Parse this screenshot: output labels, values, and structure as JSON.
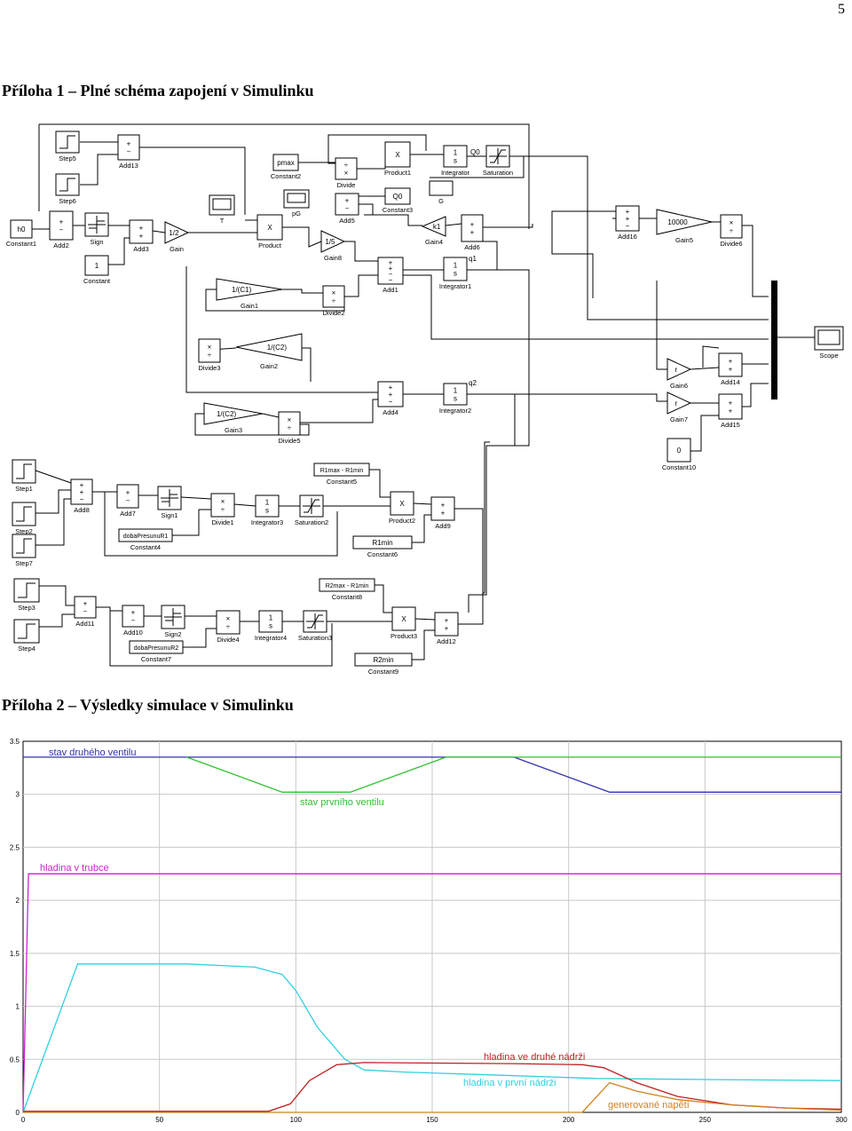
{
  "page_number": "5",
  "appendix1_title": "Příloha 1 – Plné schéma zapojení v Simulinku",
  "appendix2_title": "Příloha 2 – Výsledky simulace v Simulinku",
  "blocks": [
    {
      "id": "step5",
      "name": "Step5",
      "kind": "step"
    },
    {
      "id": "step6",
      "name": "Step6",
      "kind": "step"
    },
    {
      "id": "add13",
      "name": "Add13",
      "kind": "sum",
      "text": "+\n−"
    },
    {
      "id": "constant2",
      "name": "Constant2",
      "kind": "const",
      "text": "pmax"
    },
    {
      "id": "divide",
      "name": "Divide",
      "kind": "div",
      "text": "÷\n×"
    },
    {
      "id": "product1",
      "name": "Product1",
      "kind": "prod",
      "text": "X"
    },
    {
      "id": "integrator",
      "name": "Integrator",
      "kind": "int",
      "text": "1\ns"
    },
    {
      "id": "saturation",
      "name": "Saturation",
      "kind": "sat"
    },
    {
      "id": "g",
      "name": "G",
      "kind": "const",
      "text": ""
    },
    {
      "id": "constant3",
      "name": "Constant3",
      "kind": "const",
      "text": "Q0"
    },
    {
      "id": "add5",
      "name": "Add5",
      "kind": "sum",
      "text": "+\n−"
    },
    {
      "id": "t",
      "name": "T",
      "kind": "scope"
    },
    {
      "id": "pg",
      "name": "pG",
      "kind": "scope"
    },
    {
      "id": "constant1",
      "name": "Constant1",
      "kind": "const",
      "text": "h0"
    },
    {
      "id": "add2",
      "name": "Add2",
      "kind": "sum",
      "text": "+\n−"
    },
    {
      "id": "sign",
      "name": "Sign",
      "kind": "sign"
    },
    {
      "id": "add3",
      "name": "Add3",
      "kind": "sum",
      "text": "+\n+"
    },
    {
      "id": "gain",
      "name": "Gain",
      "kind": "gain",
      "text": "1/2"
    },
    {
      "id": "product",
      "name": "Product",
      "kind": "prod",
      "text": "X"
    },
    {
      "id": "gain8",
      "name": "Gain8",
      "kind": "gain",
      "text": "1/5"
    },
    {
      "id": "gain4",
      "name": "Gain4",
      "kind": "gainL",
      "text": "k1"
    },
    {
      "id": "add6",
      "name": "Add6",
      "kind": "sum",
      "text": "+\n+"
    },
    {
      "id": "add16",
      "name": "Add16",
      "kind": "sum",
      "text": "+\n+\n−"
    },
    {
      "id": "gain5",
      "name": "Gain5",
      "kind": "gain",
      "text": "10000"
    },
    {
      "id": "divide6",
      "name": "Divide6",
      "kind": "div",
      "text": "×\n÷"
    },
    {
      "id": "constant",
      "name": "Constant",
      "kind": "const",
      "text": "1"
    },
    {
      "id": "add1",
      "name": "Add1",
      "kind": "sum",
      "text": "+\n+\n−\n−"
    },
    {
      "id": "integrator1",
      "name": "Integrator1",
      "kind": "int",
      "text": "1\ns"
    },
    {
      "id": "gain1",
      "name": "Gain1",
      "kind": "gain",
      "text": "1/(C1)"
    },
    {
      "id": "divide2",
      "name": "Divide2",
      "kind": "div",
      "text": "×\n÷"
    },
    {
      "id": "divide3",
      "name": "Divide3",
      "kind": "div",
      "text": "×\n÷"
    },
    {
      "id": "gain2",
      "name": "Gain2",
      "kind": "gainL",
      "text": "1/(C2)"
    },
    {
      "id": "add4",
      "name": "Add4",
      "kind": "sum",
      "text": "+\n+\n−"
    },
    {
      "id": "integrator2",
      "name": "Integrator2",
      "kind": "int",
      "text": "1\ns"
    },
    {
      "id": "gain3",
      "name": "Gain3",
      "kind": "gain",
      "text": "1/(C2)"
    },
    {
      "id": "divide5",
      "name": "Divide5",
      "kind": "div",
      "text": "×\n÷"
    },
    {
      "id": "gain6",
      "name": "Gain6",
      "kind": "gain",
      "text": "r"
    },
    {
      "id": "gain7",
      "name": "Gain7",
      "kind": "gain",
      "text": "r"
    },
    {
      "id": "add14",
      "name": "Add14",
      "kind": "sum",
      "text": "+\n+"
    },
    {
      "id": "add15",
      "name": "Add15",
      "kind": "sum",
      "text": "+\n+"
    },
    {
      "id": "constant10",
      "name": "Constant10",
      "kind": "const",
      "text": "0"
    },
    {
      "id": "scope",
      "name": "Scope",
      "kind": "scope"
    },
    {
      "id": "step1",
      "name": "Step1",
      "kind": "step"
    },
    {
      "id": "step2",
      "name": "Step2",
      "kind": "step"
    },
    {
      "id": "step7",
      "name": "Step7",
      "kind": "step"
    },
    {
      "id": "add8",
      "name": "Add8",
      "kind": "sum",
      "text": "+\n+\n−"
    },
    {
      "id": "add7",
      "name": "Add7",
      "kind": "sum",
      "text": "+\n−"
    },
    {
      "id": "sign1",
      "name": "Sign1",
      "kind": "sign"
    },
    {
      "id": "divide1",
      "name": "Divide1",
      "kind": "div",
      "text": "×\n÷"
    },
    {
      "id": "integrator3",
      "name": "Integrator3",
      "kind": "int",
      "text": "1\ns"
    },
    {
      "id": "saturation2",
      "name": "Saturation2",
      "kind": "sat"
    },
    {
      "id": "constant4",
      "name": "Constant4",
      "kind": "const",
      "text": "dobaPresunuR1"
    },
    {
      "id": "constant5",
      "name": "Constant5",
      "kind": "const",
      "text": "R1max - R1min"
    },
    {
      "id": "product2",
      "name": "Product2",
      "kind": "prod",
      "text": "X"
    },
    {
      "id": "add9",
      "name": "Add9",
      "kind": "sum",
      "text": "+\n+"
    },
    {
      "id": "constant6",
      "name": "Constant6",
      "kind": "const",
      "text": "R1min"
    },
    {
      "id": "step3",
      "name": "Step3",
      "kind": "step"
    },
    {
      "id": "step4",
      "name": "Step4",
      "kind": "step"
    },
    {
      "id": "add11",
      "name": "Add11",
      "kind": "sum",
      "text": "+\n−"
    },
    {
      "id": "add10",
      "name": "Add10",
      "kind": "sum",
      "text": "+\n−"
    },
    {
      "id": "sign2",
      "name": "Sign2",
      "kind": "sign"
    },
    {
      "id": "divide4",
      "name": "Divide4",
      "kind": "div",
      "text": "×\n÷"
    },
    {
      "id": "integrator4",
      "name": "Integrator4",
      "kind": "int",
      "text": "1\ns"
    },
    {
      "id": "saturation3",
      "name": "Saturation3",
      "kind": "sat"
    },
    {
      "id": "constant7",
      "name": "Constant7",
      "kind": "const",
      "text": "dobaPresunuR2"
    },
    {
      "id": "constant8",
      "name": "Constant8",
      "kind": "const",
      "text": "R2max - R1min"
    },
    {
      "id": "product3",
      "name": "Product3",
      "kind": "prod",
      "text": "X"
    },
    {
      "id": "add12",
      "name": "Add12",
      "kind": "sum",
      "text": "+\n+"
    },
    {
      "id": "constant9",
      "name": "Constant9",
      "kind": "const",
      "text": "R2min"
    }
  ],
  "signal_labels": {
    "q0": "Q0",
    "q1": "q1",
    "q2": "q2"
  },
  "chart_data": {
    "type": "line",
    "xlim": [
      0,
      300
    ],
    "ylim": [
      0,
      3.5
    ],
    "xticks": [
      0,
      50,
      100,
      150,
      200,
      250,
      300
    ],
    "yticks": [
      0,
      0.5,
      1,
      1.5,
      2,
      2.5,
      3,
      3.5
    ],
    "grid": true,
    "series": [
      {
        "name": "stav druhého ventilu",
        "color": "#3030b0",
        "points": [
          [
            0,
            3.35
          ],
          [
            180,
            3.35
          ],
          [
            215,
            3.02
          ],
          [
            300,
            3.02
          ]
        ]
      },
      {
        "name": "stav prvního ventilu",
        "color": "#30c030",
        "points": [
          [
            60,
            3.35
          ],
          [
            95,
            3.02
          ],
          [
            120,
            3.02
          ],
          [
            155,
            3.35
          ],
          [
            300,
            3.35
          ]
        ]
      },
      {
        "name": "hladina v trubce",
        "color": "#d020d0",
        "points": [
          [
            0,
            0
          ],
          [
            2,
            2.25
          ],
          [
            300,
            2.25
          ]
        ]
      },
      {
        "name": "hladina v první nádrži",
        "color": "#30d0e0",
        "points": [
          [
            0,
            0
          ],
          [
            20,
            1.4
          ],
          [
            60,
            1.4
          ],
          [
            85,
            1.37
          ],
          [
            95,
            1.3
          ],
          [
            100,
            1.15
          ],
          [
            108,
            0.8
          ],
          [
            118,
            0.5
          ],
          [
            125,
            0.4
          ],
          [
            140,
            0.38
          ],
          [
            175,
            0.35
          ],
          [
            210,
            0.32
          ],
          [
            250,
            0.31
          ],
          [
            300,
            0.3
          ]
        ]
      },
      {
        "name": "hladina ve druhé nádrži",
        "color": "#c02020",
        "points": [
          [
            0,
            0.01
          ],
          [
            90,
            0.01
          ],
          [
            98,
            0.08
          ],
          [
            105,
            0.3
          ],
          [
            115,
            0.45
          ],
          [
            125,
            0.47
          ],
          [
            180,
            0.46
          ],
          [
            205,
            0.45
          ],
          [
            213,
            0.42
          ],
          [
            225,
            0.28
          ],
          [
            240,
            0.15
          ],
          [
            260,
            0.07
          ],
          [
            280,
            0.04
          ],
          [
            300,
            0.03
          ]
        ]
      },
      {
        "name": "generované napětí",
        "color": "#d08020",
        "points": [
          [
            0,
            0
          ],
          [
            205,
            0
          ],
          [
            215,
            0.28
          ],
          [
            225,
            0.2
          ],
          [
            240,
            0.12
          ],
          [
            260,
            0.07
          ],
          [
            280,
            0.04
          ],
          [
            300,
            0.02
          ]
        ]
      }
    ]
  }
}
